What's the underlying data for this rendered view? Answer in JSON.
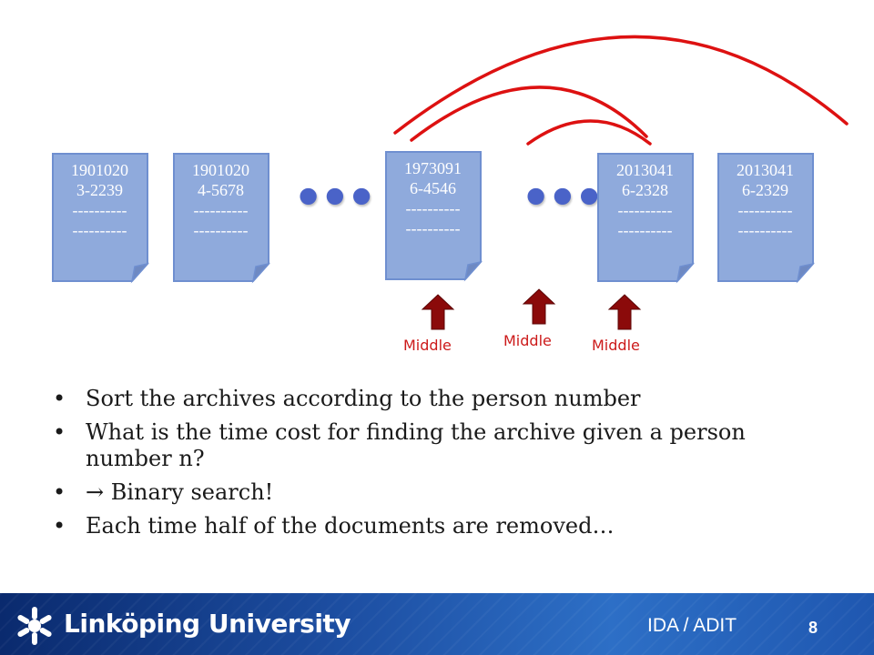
{
  "documents": [
    {
      "line1": "1901020",
      "line2": "3-2239",
      "line3": "----------",
      "line4": "----------"
    },
    {
      "line1": "1901020",
      "line2": "4-5678",
      "line3": "----------",
      "line4": "----------"
    },
    {
      "line1": "1973091",
      "line2": "6-4546",
      "line3": "----------",
      "line4": "----------"
    },
    {
      "line1": "2013041",
      "line2": "6-2328",
      "line3": "----------",
      "line4": "----------"
    },
    {
      "line1": "2013041",
      "line2": "6-2329",
      "line3": "----------",
      "line4": "----------"
    }
  ],
  "ellipsis": "•••",
  "markers": [
    {
      "label": "Middle",
      "icon": "up-arrow-icon"
    },
    {
      "label": "Middle",
      "icon": "up-arrow-icon"
    },
    {
      "label": "Middle",
      "icon": "up-arrow-icon"
    }
  ],
  "bullets": [
    "Sort the archives according to the person number",
    "What is the time cost for finding the archive given a person number n?",
    " Binary search!",
    "Each time half of the documents are removed…"
  ],
  "bullet_symbol": "•",
  "arrow_glyph": "→",
  "footer": {
    "university": "Linköping University",
    "department": "IDA / ADIT",
    "page_number": "8",
    "logo": "liu-logo-icon"
  },
  "colors": {
    "document_fill": "#8faadc",
    "document_stroke": "#6f8fd0",
    "arc": "#dd1111",
    "marker": "#8b0a0a",
    "marker_label": "#cc1a1a",
    "footer_background": "#1d4fa3"
  }
}
